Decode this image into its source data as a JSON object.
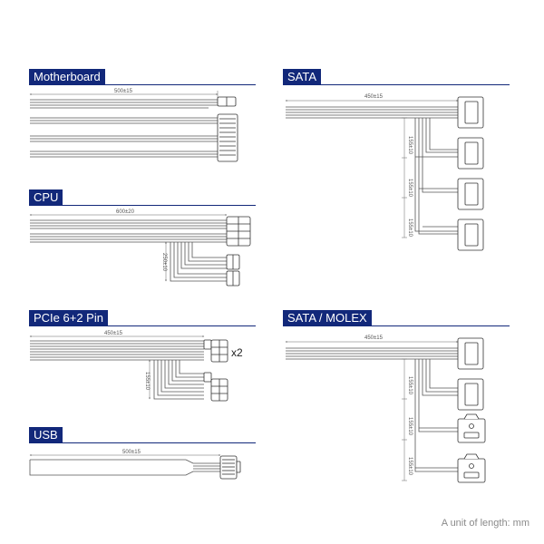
{
  "sections": {
    "motherboard": {
      "label": "Motherboard",
      "dimension": "500±15"
    },
    "cpu": {
      "label": "CPU",
      "dimension": "600±20",
      "branch_dimension": "250±10"
    },
    "pcie": {
      "label": "PCIe 6+2 Pin",
      "dimension": "450±15",
      "branch_dimension": "155±10",
      "multiplier": "x2"
    },
    "usb": {
      "label": "USB",
      "dimension": "500±15"
    },
    "sata": {
      "label": "SATA",
      "dimension": "450±15",
      "branch_dimensions": [
        "155±10",
        "155±10",
        "155±10"
      ]
    },
    "sata_molex": {
      "label": "SATA / MOLEX",
      "dimension": "450±15",
      "branch_dimensions": [
        "155±10",
        "155±10",
        "155±10"
      ]
    }
  },
  "footnote": "A unit of length: mm",
  "colors": {
    "label_bg": "#12287a",
    "label_text": "#ffffff",
    "wire": "#555555"
  }
}
